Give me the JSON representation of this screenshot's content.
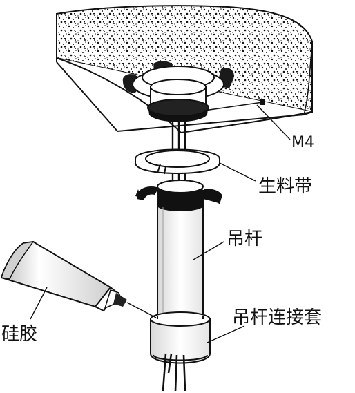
{
  "labels": {
    "m4": "M4",
    "tape": "生料带",
    "rod": "吊杆",
    "sealant": "硅胶",
    "sleeve": "吊杆连接套"
  },
  "colors": {
    "ink": "#111111",
    "paper": "#ffffff"
  }
}
